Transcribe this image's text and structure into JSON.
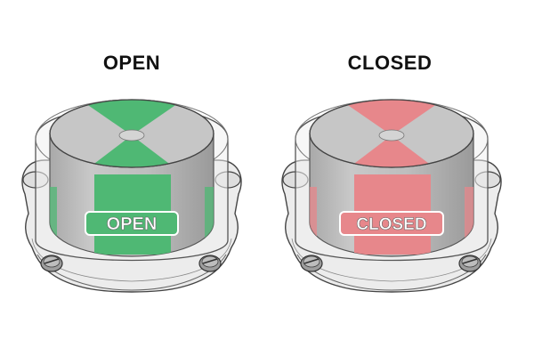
{
  "open": {
    "label": "OPEN",
    "badge_text": "OPEN",
    "color": "#4fb874"
  },
  "closed": {
    "label": "CLOSED",
    "badge_text": "CLOSED",
    "color": "#e7878b"
  }
}
